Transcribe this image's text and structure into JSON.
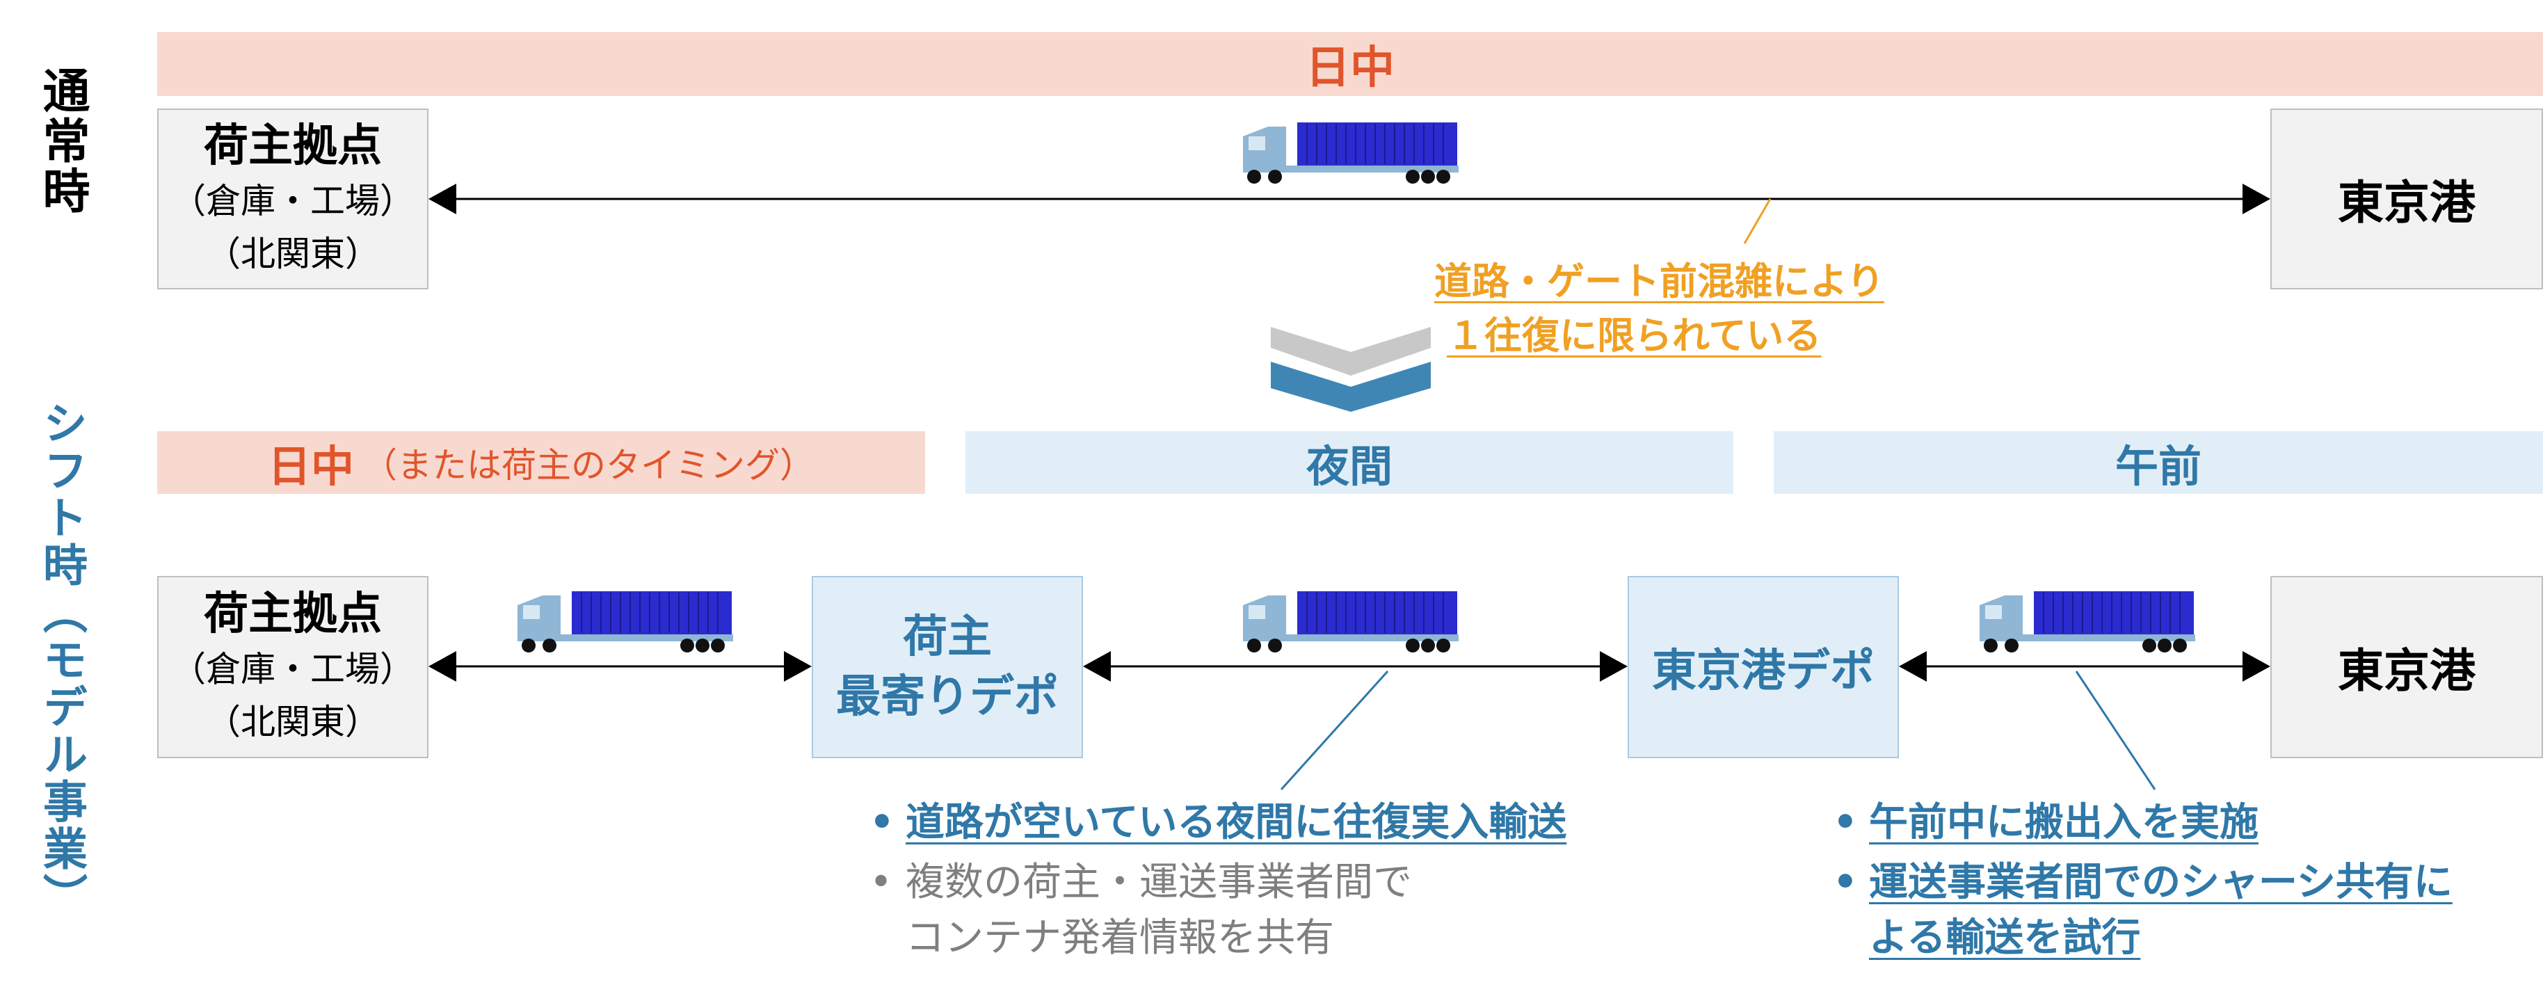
{
  "labels": {
    "normal": "通常時",
    "shift": "シフト時（モデル事業）"
  },
  "bands": {
    "normal_day": "日中",
    "shift_day_main": "日中",
    "shift_day_sub": "（または荷主のタイミング）",
    "night": "夜間",
    "morning": "午前"
  },
  "boxes": {
    "shipper_top": [
      "荷主拠点",
      "（倉庫・工場）",
      "（北関東）"
    ],
    "port_top": "東京港",
    "shipper_bottom": [
      "荷主拠点",
      "（倉庫・工場）",
      "（北関東）"
    ],
    "depot_shipper": [
      "荷主",
      "最寄りデポ"
    ],
    "depot_port": "東京港デポ",
    "port_bottom": "東京港"
  },
  "notes": {
    "congestion": [
      "道路・ゲート前混雑により",
      "１往復に限られている"
    ],
    "night_points": [
      {
        "bullet": "•",
        "lines": [
          "道路が空いている夜間に往復実入輸送"
        ]
      },
      {
        "bullet": "•",
        "lines": [
          "複数の荷主・運送事業者間で",
          "コンテナ発着情報を共有"
        ]
      }
    ],
    "morning_points": [
      {
        "bullet": "•",
        "lines": [
          "午前中に搬出入を実施"
        ]
      },
      {
        "bullet": "•",
        "lines": [
          "運送事業者間でのシャーシ共有に",
          "よる輸送を試行"
        ]
      }
    ]
  },
  "colors": {
    "orange_text": "#e0552b",
    "orange_band": "#f8d9d0",
    "blue_text": "#2f78a8",
    "blue_band": "#e2eef7",
    "note_orange": "#f0a022",
    "note_gray": "#7f7f7f",
    "container": "#2b2bd0",
    "cab": "#8fb6d4"
  },
  "icons": [
    "truck-icon",
    "chevron-down-icon"
  ]
}
